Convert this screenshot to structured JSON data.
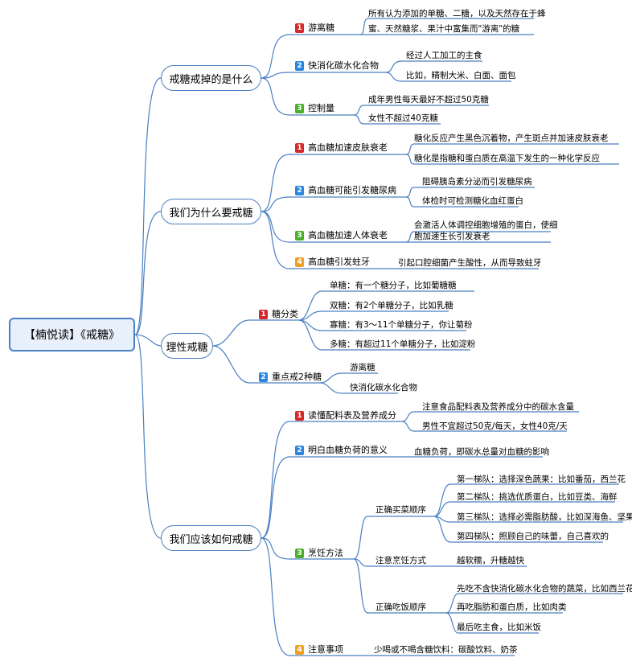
{
  "root": {
    "title": "【楠悦读】《戒糖》"
  },
  "sections": [
    {
      "title": "戒糖戒掉的是什么",
      "items": [
        {
          "badge": "1",
          "label": "游离糖",
          "leaves": [
            "所有认为添加的单糖、二糖，以及天然存在于蜂",
            "蜜、天然糖浆、果汁中富集而\"游离\"的糖"
          ]
        },
        {
          "badge": "2",
          "label": "快消化碳水化合物",
          "leaves": [
            "经过人工加工的主食",
            "比如，精制大米、白面、面包"
          ]
        },
        {
          "badge": "3",
          "label": "控制量",
          "leaves": [
            "成年男性每天最好不超过50克糖",
            "女性不超过40克糖"
          ]
        }
      ]
    },
    {
      "title": "我们为什么要戒糖",
      "items": [
        {
          "badge": "1",
          "label": "高血糖加速皮肤衰老",
          "leaves": [
            "糖化反应产生黑色沉着物，产生斑点并加速皮肤衰老",
            "糖化是指糖和蛋白质在高温下发生的一种化学反应"
          ]
        },
        {
          "badge": "2",
          "label": "高血糖可能引发糖尿病",
          "leaves": [
            "阻碍胰岛素分泌而引发糖尿病",
            "体检时可检测糖化血红蛋白"
          ]
        },
        {
          "badge": "3",
          "label": "高血糖加速人体衰老",
          "leaves": [
            "会激活人体调控细胞增殖的蛋白，使细",
            "胞加速生长引发衰老"
          ]
        },
        {
          "badge": "4",
          "label": "高血糖引发蛀牙",
          "leaves": [
            "引起口腔细菌产生酸性，从而导致蛀牙"
          ]
        }
      ]
    },
    {
      "title": "理性戒糖",
      "items": [
        {
          "badge": "1",
          "label": "糖分类",
          "leaves": [
            "单糖：有一个糖分子，比如葡糖糖",
            "双糖：有2个单糖分子，比如乳糖",
            "寡糖：有3～11个单糖分子，你让菊粉",
            "多糖：有超过11个单糖分子，比如淀粉"
          ]
        },
        {
          "badge": "2",
          "label": "重点戒2种糖",
          "leaves": [
            "游离糖",
            "快消化碳水化合物"
          ]
        }
      ]
    },
    {
      "title": "我们应该如何戒糖",
      "items": [
        {
          "badge": "1",
          "label": "读懂配料表及营养成分",
          "leaves": [
            "注意食品配料表及营养成分中的碳水含量",
            "男性不宜超过50克/每天，女性40克/天"
          ]
        },
        {
          "badge": "2",
          "label": "明白血糖负荷的意义",
          "leaves": [
            "血糖负荷，即碳水总量对血糖的影响"
          ]
        },
        {
          "badge": "3",
          "label": "烹饪方法",
          "groups": [
            {
              "label": "正确买菜顺序",
              "leaves": [
                "第一梯队：选择深色蔬果：比如番茄，西兰花",
                "第二梯队：挑选优质蛋白，比如豆类、海鲜",
                "第三梯队：选择必需脂肪酸，比如深海鱼、坚果",
                "第四梯队：照顾自己的味蕾，自己喜欢的"
              ]
            },
            {
              "label": "注意烹饪方式",
              "leaves": [
                "越软糯，升糖越快"
              ]
            },
            {
              "label": "正确吃饭顺序",
              "leaves": [
                "先吃不含快消化碳水化合物的蔬菜，比如西兰花",
                "再吃脂肪和蛋白质，比如肉类",
                "最后吃主食，比如米饭"
              ]
            }
          ]
        },
        {
          "badge": "4",
          "label": "注意事项",
          "leaves": [
            "少喝或不喝含糖饮料：碳酸饮料、奶茶"
          ]
        }
      ]
    }
  ],
  "colors": {
    "line": "#4a7fc1",
    "badge1": "#d62828",
    "badge2": "#2a86e0",
    "badge3": "#4caf2a",
    "badge4": "#f0a020"
  }
}
